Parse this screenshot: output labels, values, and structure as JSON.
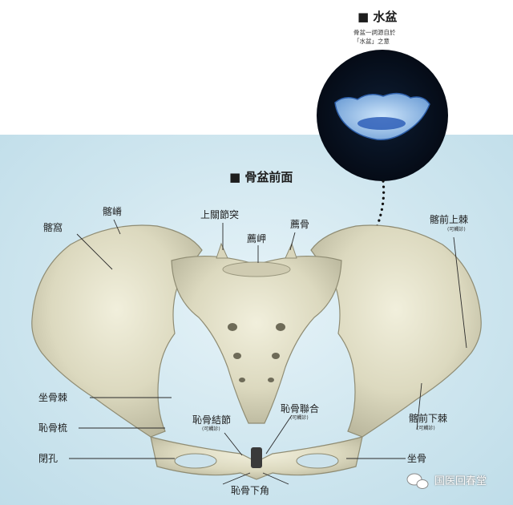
{
  "inset": {
    "heading": "水盆",
    "note_line1": "骨盆一詞源自於",
    "note_line2": "「水盆」之意"
  },
  "main": {
    "heading": "骨盆前面"
  },
  "labels": {
    "iliac_crest": "髂嵴",
    "iliac_fossa": "髂窩",
    "superior_articular": "上關節突",
    "sacrum": "薦骨",
    "promontory": "薦岬",
    "asis": "髂前上棘",
    "asis_sub": "(可觸診)",
    "ischial_spine": "坐骨棘",
    "pubic_ramus": "恥骨梳",
    "obturator": "閉孔",
    "pubic_tubercle": "恥骨結節",
    "pubic_tubercle_sub": "(可觸診)",
    "symphysis": "恥骨聯合",
    "symphysis_sub": "(可觸診)",
    "aiis": "髂前下棘",
    "aiis_sub": "(可觸診)",
    "ischium": "坐骨",
    "subpubic_angle": "恥骨下角"
  },
  "watermark": {
    "text": "国医回春堂"
  }
}
